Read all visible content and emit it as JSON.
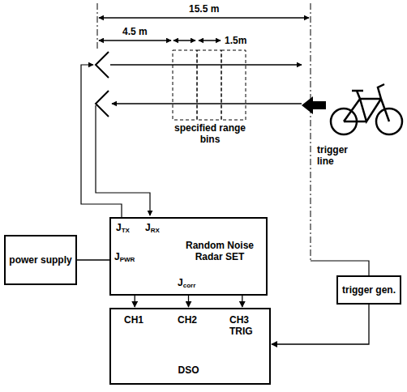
{
  "diagram": {
    "nodes": [
      {
        "text": [
          "power supply"
        ]
      },
      {
        "text": [
          "JTX",
          "JRX",
          "JPWR",
          "Random Noise Radar SET",
          "Jcorr"
        ]
      },
      {
        "text": [
          "CH1",
          "CH2",
          "CH3 TRIG",
          "DSO"
        ]
      },
      {
        "text": [
          "trigger gen."
        ]
      }
    ],
    "edges": [
      {
        "from": 0,
        "to": 1,
        "arrow": "none"
      },
      {
        "from": 1,
        "to": 2,
        "arrow": "to"
      },
      {
        "from": 1,
        "to": 2,
        "arrow": "to"
      },
      {
        "from": 1,
        "to": 2,
        "arrow": "to"
      },
      {
        "from": 3,
        "to": 2,
        "arrow": "to"
      }
    ],
    "labels": [
      "15.5 m",
      "4.5 m",
      "1.5m",
      "specified range bins",
      "trigger line"
    ]
  }
}
